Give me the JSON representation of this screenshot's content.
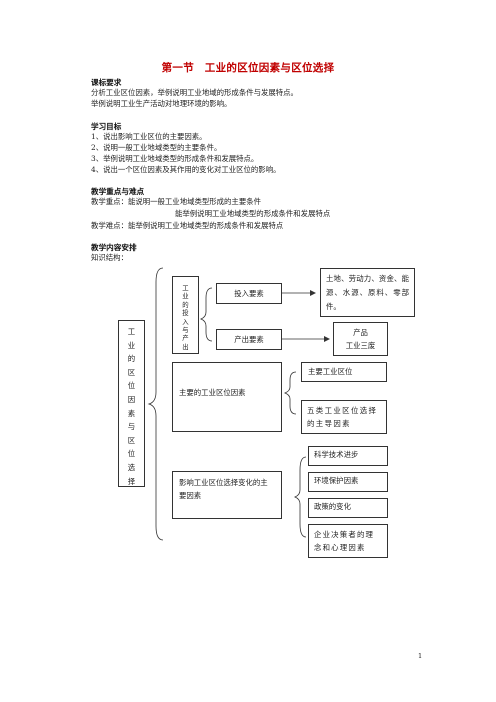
{
  "title": "第一节　工业的区位因素与区位选择",
  "sections": {
    "standards": {
      "heading": "课标要求",
      "lines": [
        "分析工业区位因素，举例说明工业地域的形成条件与发展特点。",
        "举例说明工业生产活动对地理环境的影响。"
      ]
    },
    "objectives": {
      "heading": "学习目标",
      "lines": [
        "1、说出影响工业区位的主要因素。",
        "2、说明一般工业地域类型的主要条件。",
        "3、举例说明工业地域类型的形成条件和发展特点。",
        "4、说出一个区位因素及其作用的变化对工业区位的影响。"
      ]
    },
    "key_points": {
      "heading": "教学重点与难点",
      "lines": [
        "教学重点：能说明一般工业地域类型形成的主要条件",
        "能举例说明工业地域类型的形成条件和发展特点",
        "教学难点：能举例说明工业地域类型的形成条件和发展特点"
      ]
    },
    "content": {
      "heading": "教学内容安排",
      "lines": [
        "知识结构："
      ]
    }
  },
  "diagram": {
    "root": "工业的区位因素与区位选择",
    "io": "工业的投入与产出",
    "input": "投入要素",
    "input_detail": "土地、劳动力、资金、能源、水源、原料、零部件。",
    "output": "产出要素",
    "output_detail_1": "产品",
    "output_detail_2": "工业三废",
    "main_factors": "主要的工业区位因素",
    "main_location": "主要工业区位",
    "five_types": "五类工业区位选择的主导因素",
    "change": "影响工业区位选择变化的主要因素",
    "tech": "科学技术进步",
    "env": "环境保护因素",
    "policy": "政策的变化",
    "psych": "企业决策者的理念和心理因素"
  },
  "page_number": "1"
}
